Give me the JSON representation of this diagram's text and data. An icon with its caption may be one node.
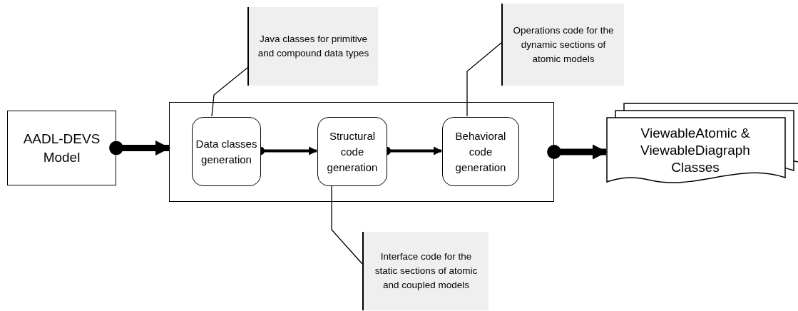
{
  "diagram": {
    "nodes": [
      {
        "text": [
          "AADL-DEVS Model"
        ]
      },
      {
        "text": [],
        "shape": "box"
      },
      {
        "text": [
          "Data classes generation"
        ],
        "in": 1
      },
      {
        "text": [
          "Structural code generation"
        ],
        "in": 1
      },
      {
        "text": [
          "Behavioral code generation"
        ],
        "in": 1
      },
      {
        "text": [
          "ViewableAtomic & ViewableDiagraph Classes"
        ]
      },
      {
        "text": [
          "Java classes for primitive and compound data types"
        ]
      },
      {
        "text": [
          "Operations code for the dynamic sections of atomic models"
        ]
      },
      {
        "text": [
          "Interface code for the static sections of atomic and coupled models"
        ]
      }
    ],
    "edges": [
      {
        "from": 0,
        "to": 1,
        "arrow": "to",
        "style": "thick"
      },
      {
        "from": 2,
        "to": 3,
        "arrow": "to"
      },
      {
        "from": 3,
        "to": 4,
        "arrow": "to"
      },
      {
        "from": 1,
        "to": 5,
        "arrow": "to",
        "style": "thick"
      },
      {
        "from": 6,
        "to": 2,
        "arrow": "none"
      },
      {
        "from": 7,
        "to": 4,
        "arrow": "none"
      },
      {
        "from": 8,
        "to": 3,
        "arrow": "none"
      }
    ]
  }
}
